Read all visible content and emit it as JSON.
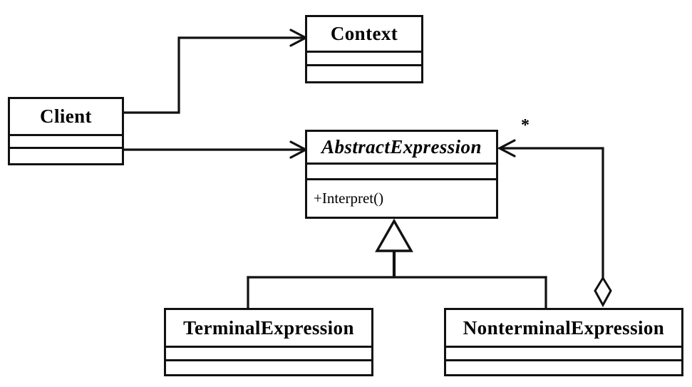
{
  "diagram": {
    "kind": "uml-class-diagram",
    "pattern_name": "Interpreter",
    "background_color": "#ffffff",
    "line_color": "#111111",
    "text_color": "#000000"
  },
  "classes": {
    "context": {
      "name": "Context",
      "stereotype": "",
      "abstract": false,
      "attributes": [],
      "operations": []
    },
    "client": {
      "name": "Client",
      "stereotype": "",
      "abstract": false,
      "attributes": [],
      "operations": []
    },
    "abstract_expression": {
      "name": "AbstractExpression",
      "stereotype": "",
      "abstract": true,
      "attributes": [],
      "operations": [
        "+Interpret()"
      ],
      "operation_1": "+Interpret()"
    },
    "terminal_expression": {
      "name": "TerminalExpression",
      "stereotype": "",
      "abstract": false,
      "attributes": [],
      "operations": []
    },
    "nonterminal_expression": {
      "name": "NonterminalExpression",
      "stereotype": "",
      "abstract": false,
      "attributes": [],
      "operations": []
    }
  },
  "relationships": [
    {
      "id": "client-to-context",
      "type": "association",
      "arrow": "open-arrow",
      "from": "Client",
      "to": "Context",
      "label": ""
    },
    {
      "id": "client-to-abstractexpression",
      "type": "association",
      "arrow": "open-arrow",
      "from": "Client",
      "to": "AbstractExpression",
      "label": ""
    },
    {
      "id": "terminal-inherits-abstractexpression",
      "type": "generalization",
      "arrow": "hollow-triangle",
      "from": "TerminalExpression",
      "to": "AbstractExpression",
      "label": ""
    },
    {
      "id": "nonterminal-inherits-abstractexpression",
      "type": "generalization",
      "arrow": "hollow-triangle",
      "from": "NonterminalExpression",
      "to": "AbstractExpression",
      "label": ""
    },
    {
      "id": "nonterminal-aggregates-abstractexpression",
      "type": "aggregation",
      "arrow": "hollow-diamond-and-open-arrow",
      "from": "NonterminalExpression",
      "to": "AbstractExpression",
      "multiplicity_target": "*"
    }
  ],
  "labels": {
    "multiplicity_star": "*"
  }
}
